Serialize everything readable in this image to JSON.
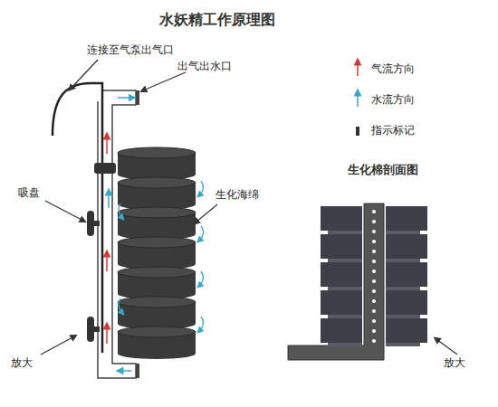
{
  "diagram": {
    "title": "水妖精工作原理图",
    "labels": [
      "连接至气泵出气口",
      "出气出水口",
      "吸盘",
      "生化海绵",
      "生化棉剖面图",
      "放大",
      "放大"
    ],
    "legend": [
      {
        "text": "气流方向"
      },
      {
        "text": "水流方向"
      },
      {
        "text": "指示标记"
      }
    ]
  }
}
